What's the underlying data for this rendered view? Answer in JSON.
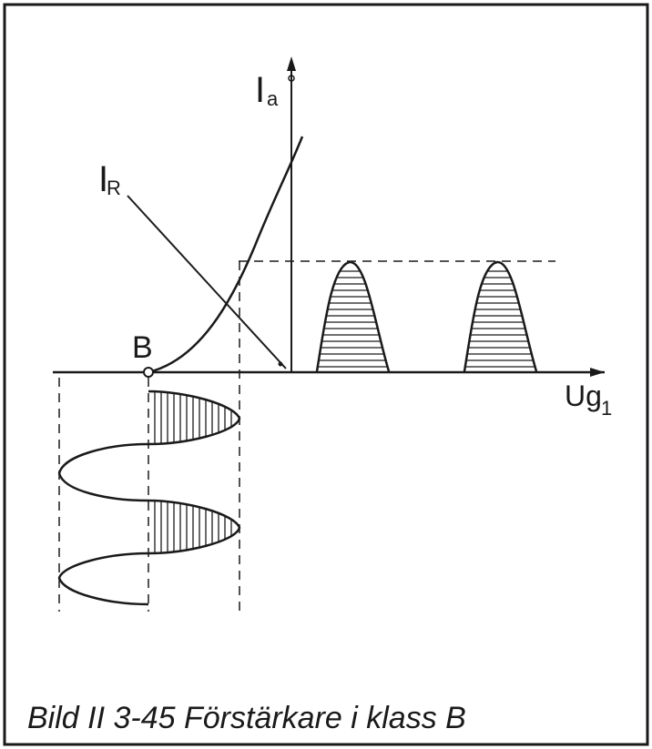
{
  "labels": {
    "anode_current": "I",
    "anode_current_sub": "a",
    "grid_voltage": "Ug",
    "grid_voltage_sub": "1",
    "resistance_line": "I",
    "resistance_line_sub": "R",
    "bias_point": "B"
  },
  "caption": "Bild II 3-45  Förstärkare i klass B"
}
